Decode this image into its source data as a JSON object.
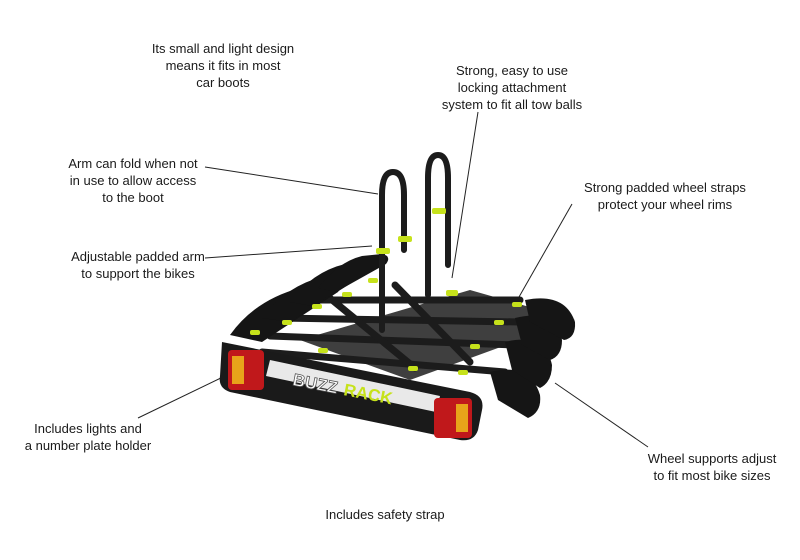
{
  "callouts": {
    "compact_design": [
      "Its small and light design",
      "means it fits in most",
      "car boots"
    ],
    "locking_system": [
      "Strong, easy to use",
      "locking attachment",
      "system to fit all tow balls"
    ],
    "folding_arm": [
      "Arm can fold when not",
      "in use to allow access",
      "to the boot"
    ],
    "wheel_straps": [
      "Strong padded wheel straps",
      "protect your wheel rims"
    ],
    "padded_arm": [
      "Adjustable padded arm",
      "to support the bikes"
    ],
    "lights_plate": [
      "Includes lights and",
      "a number plate holder"
    ],
    "wheel_supports": [
      "Wheel supports adjust",
      "to fit most bike sizes"
    ],
    "safety_strap": [
      "Includes safety strap"
    ]
  },
  "logo": {
    "brand_left": "BUZZ",
    "brand_right": "RACK"
  },
  "colors": {
    "accent": "#c6e21b",
    "frame": "#1c1c1c",
    "light": "#c0181b",
    "text": "#1a1a1a"
  }
}
